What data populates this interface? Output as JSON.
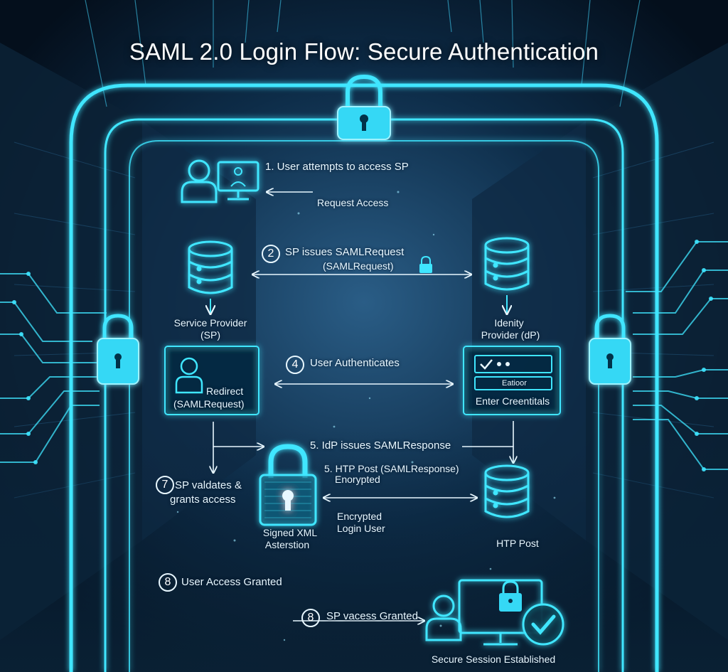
{
  "title": "SAML 2.0 Login Flow: Secure Authentication",
  "colors": {
    "neon": "#3fe6ff",
    "background": "#06182a",
    "text": "#e8f7ff"
  },
  "steps": {
    "s1": "1. User attempts to access SP",
    "request_access": "Request Access",
    "s2_num": "2",
    "s2": "SP issues SAMLRequest",
    "s2_sub": "(SAMLRequest)",
    "sp_label_1": "Service Provider",
    "sp_label_2": "(SP)",
    "idp_label_1": "Idenity",
    "idp_label_2": "Provider (dP)",
    "s4_num": "4",
    "s4": "User Authenticates",
    "redirect_1": "Redirect",
    "redirect_2": "(SAMLRequest)",
    "form_field": "Eatioor",
    "enter_credentials": "Enter Creentitals",
    "s5": "5. IdP issues SAMLResponse",
    "s5b": "5.  HTP Post (SAMLResponse)",
    "encrypted_top": "Enorypted",
    "s7_num": "7",
    "s7_1": "SP valdates &",
    "s7_2": "grants access",
    "encrypted_1": "Encrypted",
    "encrypted_2": "Login User",
    "signed_1": "Signed XML",
    "signed_2": "Asterstion",
    "htp_post": "HTP Post",
    "s8a_num": "8",
    "s8a": "User Access Granted",
    "s8b_num": "8",
    "s8b": "SP vacess Granted",
    "session": "Secure Session Established"
  },
  "icons": [
    "lock-icon",
    "user-icon",
    "monitor-icon",
    "database-icon",
    "login-form-icon",
    "padlock-icon",
    "checkmark-icon",
    "circuit-lines"
  ]
}
